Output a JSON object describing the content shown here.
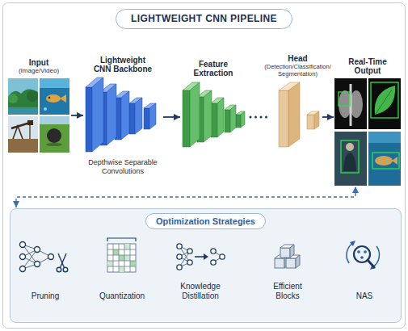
{
  "diagram": {
    "title": "LIGHTWEIGHT CNN PIPELINE",
    "nodes": [
      {
        "text": [
          "Input",
          "(Image/Video)"
        ]
      },
      {
        "text": [
          "Lightweight CNN Backbone",
          "Depthwise Separable Convolutions"
        ]
      },
      {
        "text": [
          "Feature Extraction"
        ]
      },
      {
        "text": [
          "Head",
          "(Detection/Classification/ Segmentation)"
        ]
      },
      {
        "text": [
          "Real-Time Output"
        ]
      },
      {
        "text": [
          "Optimization Strategies"
        ]
      },
      {
        "text": [
          "Pruning"
        ],
        "in": 5
      },
      {
        "text": [
          "Quantization"
        ],
        "in": 5
      },
      {
        "text": [
          "Knowledge Distillation"
        ],
        "in": 5
      },
      {
        "text": [
          "Efficient Blocks"
        ],
        "in": 5
      },
      {
        "text": [
          "NAS"
        ],
        "in": 5
      }
    ],
    "edges": [
      {
        "from": 0,
        "to": 1,
        "arrow": "to"
      },
      {
        "from": 1,
        "to": 2,
        "arrow": "to"
      },
      {
        "from": 2,
        "to": 3,
        "arrow": "none"
      },
      {
        "from": 3,
        "to": 4,
        "arrow": "to"
      },
      {
        "from": 5,
        "to": 4,
        "arrow": "both"
      }
    ]
  }
}
